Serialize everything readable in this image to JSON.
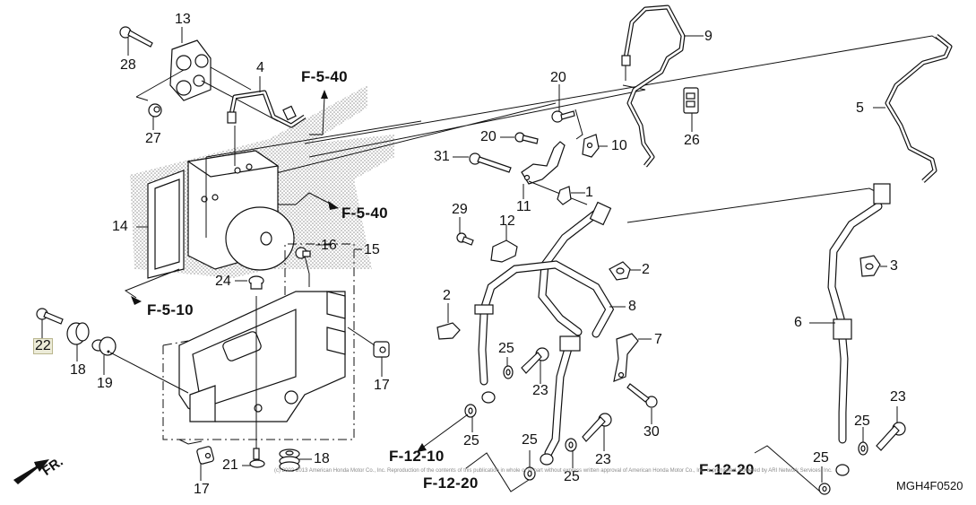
{
  "diagram": {
    "title_code": "MGH4F0520",
    "copyright": "(c) 2002-2013 American Honda Motor Co., Inc. Reproduction of the contents of this publication in whole or in part without express written approval of American Honda Motor Co., Inc. is prohibited. Powered by ARI Network Services, Inc.",
    "orientation_label": "FR.",
    "selected_callout": "22",
    "colors": {
      "line": "#111111",
      "selected_highlight": "#ecebd8",
      "stipple": "#999999"
    },
    "callouts": {
      "c1": "1",
      "c2a": "2",
      "c2b": "2",
      "c3": "3",
      "c4": "4",
      "c5": "5",
      "c6": "6",
      "c7": "7",
      "c8": "8",
      "c9": "9",
      "c10": "10",
      "c11": "11",
      "c12": "12",
      "c13": "13",
      "c14": "14",
      "c15": "15",
      "c16": "16",
      "c17a": "17",
      "c17b": "17",
      "c18a": "18",
      "c18b": "18",
      "c19": "19",
      "c20a": "20",
      "c20b": "20",
      "c21": "21",
      "c22": "22",
      "c23a": "23",
      "c23b": "23",
      "c23c": "23",
      "c24": "24",
      "c25a": "25",
      "c25b": "25",
      "c25c": "25",
      "c25d": "25",
      "c25e": "25",
      "c25f": "25",
      "c26": "26",
      "c27": "27",
      "c28": "28",
      "c29": "29",
      "c30": "30",
      "c31": "31"
    },
    "references": {
      "r_f540a": "F-5-40",
      "r_f540b": "F-5-40",
      "r_f510": "F-5-10",
      "r_f1210": "F-12-10",
      "r_f1220a": "F-12-20",
      "r_f1220b": "F-12-20"
    }
  }
}
